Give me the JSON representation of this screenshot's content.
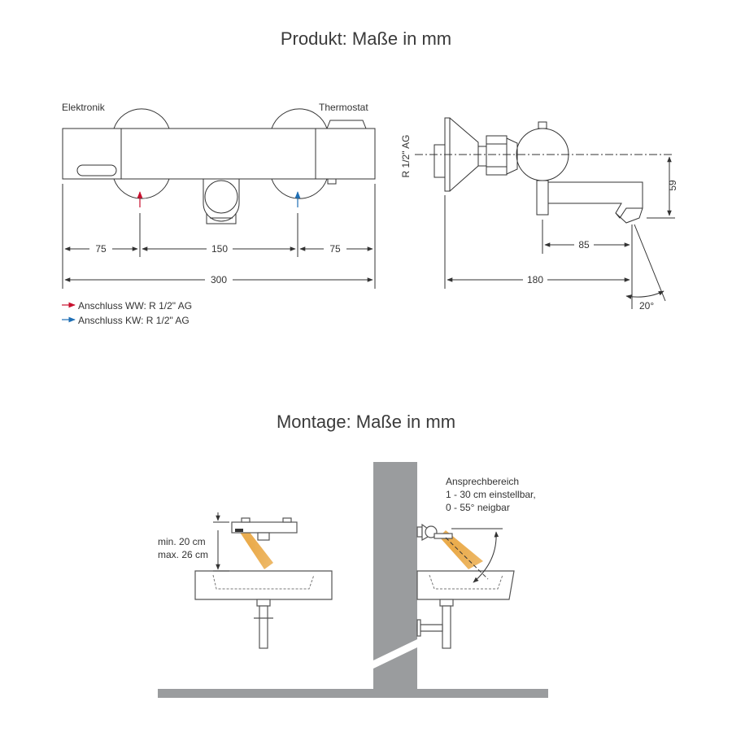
{
  "product": {
    "title": "Produkt: Maße in mm",
    "label_electronics": "Elektronik",
    "label_thermostat": "Thermostat",
    "dim_left": "75",
    "dim_middle": "150",
    "dim_right": "75",
    "dim_total": "300",
    "connection_ww": "Anschluss WW: R 1/2\" AG",
    "connection_kw": "Anschluss KW:  R 1/2\" AG",
    "side_thread": "R 1/2\" AG",
    "dim_height": "59",
    "dim_spout": "85",
    "dim_depth": "180",
    "dim_angle": "20°"
  },
  "montage": {
    "title": "Montage: Maße in mm",
    "height_min": "min. 20 cm",
    "height_max": "max. 26 cm",
    "range_line1": "Ansprechbereich",
    "range_line2": "1 - 30 cm einstellbar,",
    "range_line3": "0 - 55° neigbar"
  },
  "colors": {
    "warm_water_arrow": "#c8102e",
    "cold_water_arrow": "#1f6fb5",
    "sensor_beam": "#e8a33a",
    "wall": "#9a9c9e",
    "line": "#333333"
  }
}
